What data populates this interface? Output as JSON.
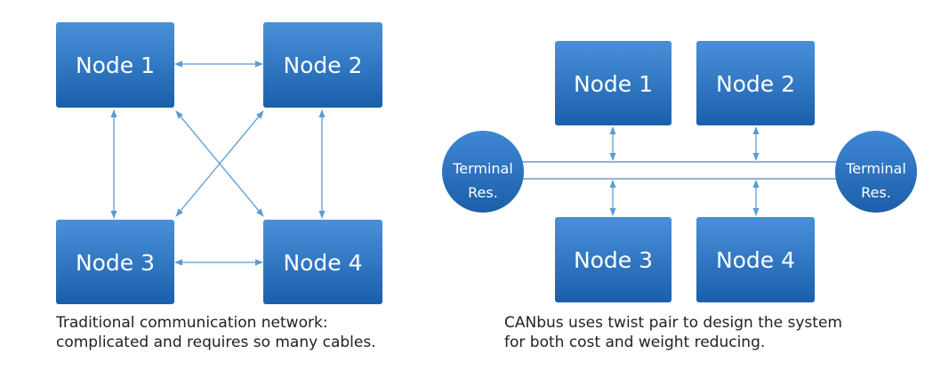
{
  "colors": {
    "node_top": "#4a90d9",
    "node_bottom": "#1a5fab",
    "connector": "#5b9bd5",
    "bus_line": "#4f87c2"
  },
  "left_diagram": {
    "nodes": [
      "Node 1",
      "Node 2",
      "Node 3",
      "Node 4"
    ],
    "caption_line1": "Traditional communication network:",
    "caption_line2": "complicated and requires so many cables."
  },
  "right_diagram": {
    "nodes": [
      "Node 1",
      "Node 2",
      "Node 3",
      "Node 4"
    ],
    "terminal_left": [
      "Terminal",
      "Res."
    ],
    "terminal_right": [
      "Terminal",
      "Res."
    ],
    "caption_line1": "CANbus uses twist pair to design the system",
    "caption_line2": "for both cost and weight reducing."
  }
}
